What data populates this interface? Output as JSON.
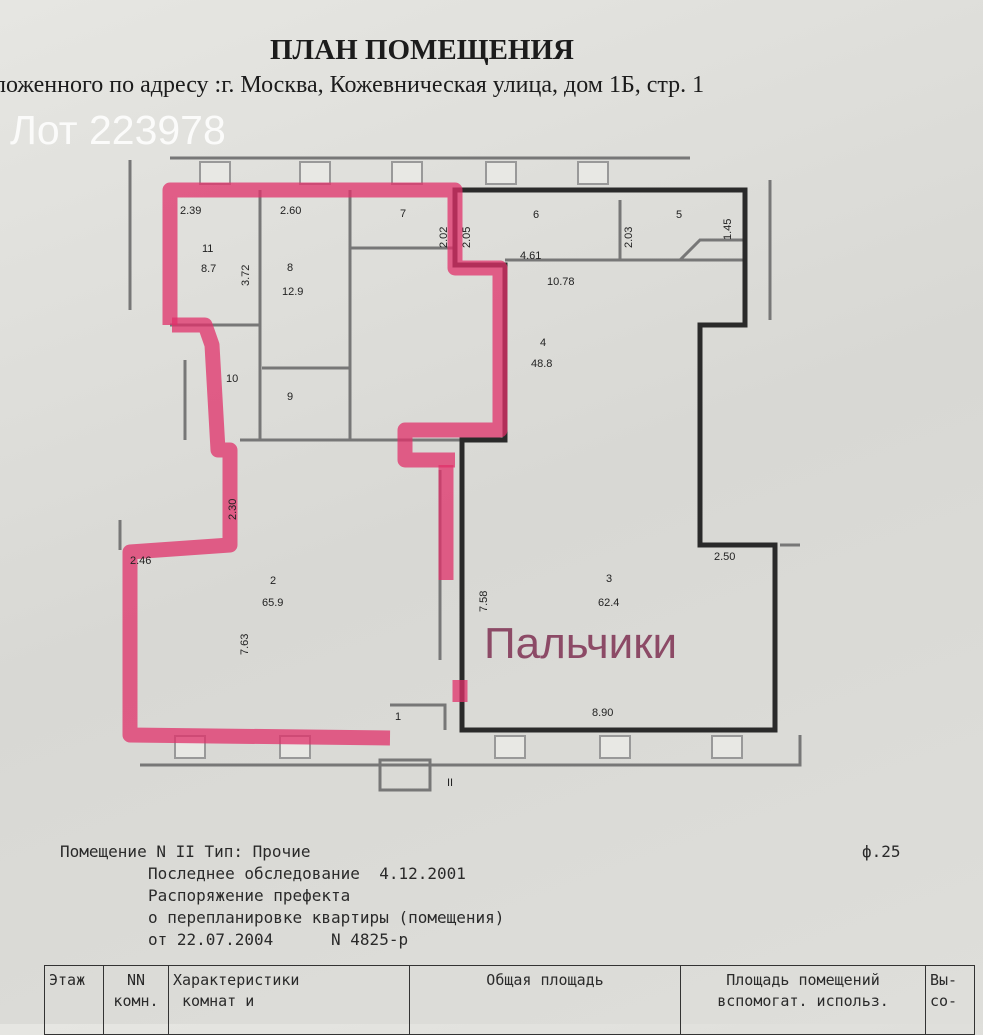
{
  "header": {
    "title": "ПЛАН ПОМЕЩЕНИЯ",
    "subtitle": "ложенного по адресу :г. Москва, Кожевническая улица, дом 1Б, стр. 1",
    "lot_watermark": "Лот 223978"
  },
  "plan": {
    "dimensions": {
      "d239": "2.39",
      "d260": "2.60",
      "d145": "1.45",
      "d203": "2.03",
      "d202": "2.02",
      "d205": "2.05",
      "d461": "4.61",
      "d1078": "10.78",
      "d372": "3.72",
      "d230": "2.30",
      "d246": "2.46",
      "d763": "7.63",
      "d758": "7.58",
      "d250": "2.50",
      "d890": "8.90"
    },
    "rooms": {
      "r1": "1",
      "r2": "2",
      "r2_area": "65.9",
      "r3": "3",
      "r3_area": "62.4",
      "r4": "4",
      "r4_area": "48.8",
      "r5": "5",
      "r6": "6",
      "r7": "7",
      "r8": "8",
      "r8_area": "12.9",
      "r9": "9",
      "r10": "10",
      "r11": "11",
      "r11_area": "8.7"
    },
    "section_mark": "II",
    "annotation": "Пальчики",
    "colors": {
      "highlight": "#e0306a",
      "annotation": "#8c4a66"
    }
  },
  "info": {
    "line1": "Помещение N II Тип: Прочие",
    "form": "ф.25",
    "line2": "Последнее обследование  4.12.2001",
    "line3": "Распоряжение префекта",
    "line4": "о перепланировке квартиры (помещения)",
    "line5": "от 22.07.2004      N 4825-р"
  },
  "table": {
    "headers": [
      [
        "Этаж",
        ""
      ],
      [
        "NN",
        "комн."
      ],
      [
        "Характеристики",
        "комнат и"
      ],
      [
        "Общая площадь",
        ""
      ],
      [
        "Площадь помещений",
        "вспомогат. использ."
      ],
      [
        "Вы-",
        "со-"
      ]
    ]
  }
}
